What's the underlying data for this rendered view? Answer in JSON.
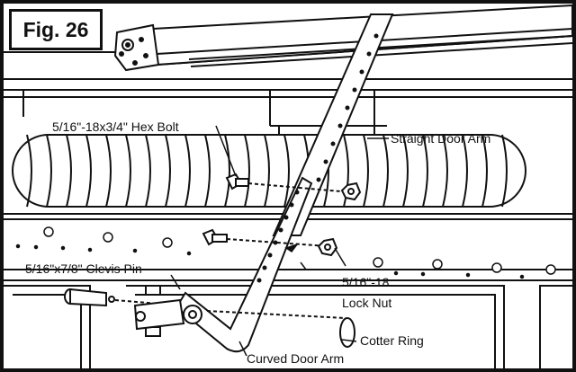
{
  "figure": {
    "tag": "Fig. 26"
  },
  "labels": {
    "hex_bolt": "5/16\"-18x3/4\" Hex Bolt",
    "straight_arm": "Straight Door Arm",
    "clevis_pin": "5/16\"x7/8\" Clevis Pin",
    "lock_nut_size": "5/16\"-18",
    "lock_nut": "Lock Nut",
    "cotter_ring": "Cotter Ring",
    "curved_arm": "Curved Door Arm"
  },
  "colors": {
    "line": "#111111",
    "spring_fill": "#ffffff",
    "background": "#ffffff"
  },
  "icons": [
    "hex-bolt-icon",
    "lock-nut-icon",
    "clevis-pin-icon",
    "cotter-ring-icon"
  ]
}
